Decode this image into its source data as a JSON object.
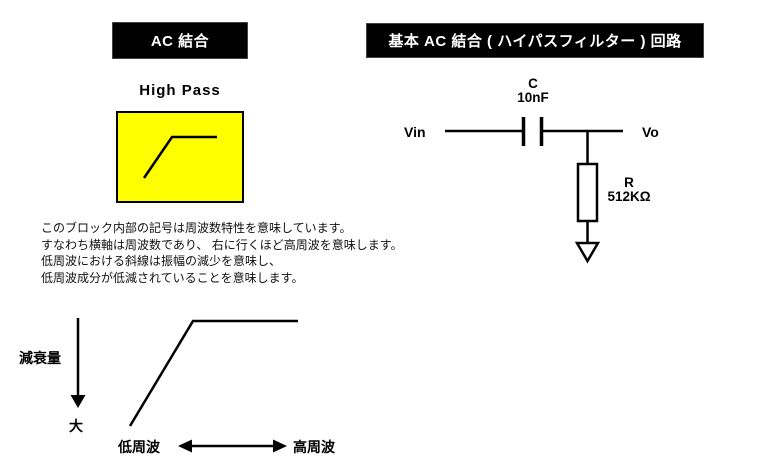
{
  "headers": {
    "left": "AC 結合",
    "right": "基本 AC 結合 ( ハイパスフィルター ) 回路"
  },
  "block": {
    "title": "High Pass",
    "fill_color": "#FFFF00"
  },
  "description": {
    "lines": [
      "このブロック内部の記号は周波数特性を意味しています。",
      "すなわち横軸は周波数であり、 右に行くほど高周波を意味します。",
      "低周波における斜線は振幅の減少を意味し、",
      "低周波成分が低減されていることを意味します。"
    ]
  },
  "graph": {
    "y_axis_label": "減衰量",
    "y_axis_direction_label": "大",
    "x_left_label": "低周波",
    "x_right_label": "高周波"
  },
  "circuit": {
    "input_label": "Vin",
    "output_label": "Vo",
    "capacitor": {
      "name": "C",
      "value": "10nF"
    },
    "resistor": {
      "name": "R",
      "value": "512KΩ"
    }
  },
  "colors": {
    "ink": "#000000",
    "block_fill": "#FFFF00",
    "header_bg": "#000000",
    "header_text": "#FFFFFF"
  }
}
